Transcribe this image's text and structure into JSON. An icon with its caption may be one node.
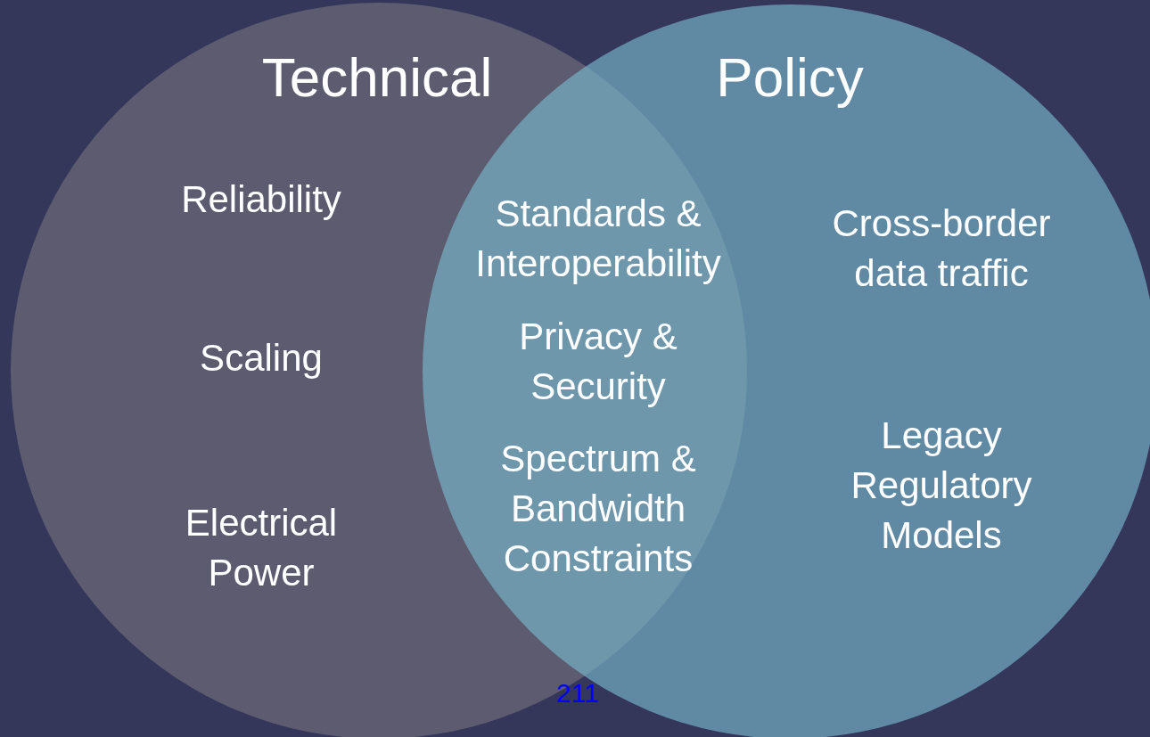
{
  "diagram": {
    "nodes": [
      {
        "text": [
          "Technical"
        ]
      },
      {
        "text": [
          "Policy"
        ]
      }
    ],
    "labels": [
      "Reliability",
      "Standards & Interoperability",
      "Cross-border data traffic",
      "Privacy & Security",
      "Scaling",
      "Legacy Regulatory Models",
      "Spectrum & Bandwidth Constraints",
      "Electrical Power",
      "211"
    ]
  }
}
